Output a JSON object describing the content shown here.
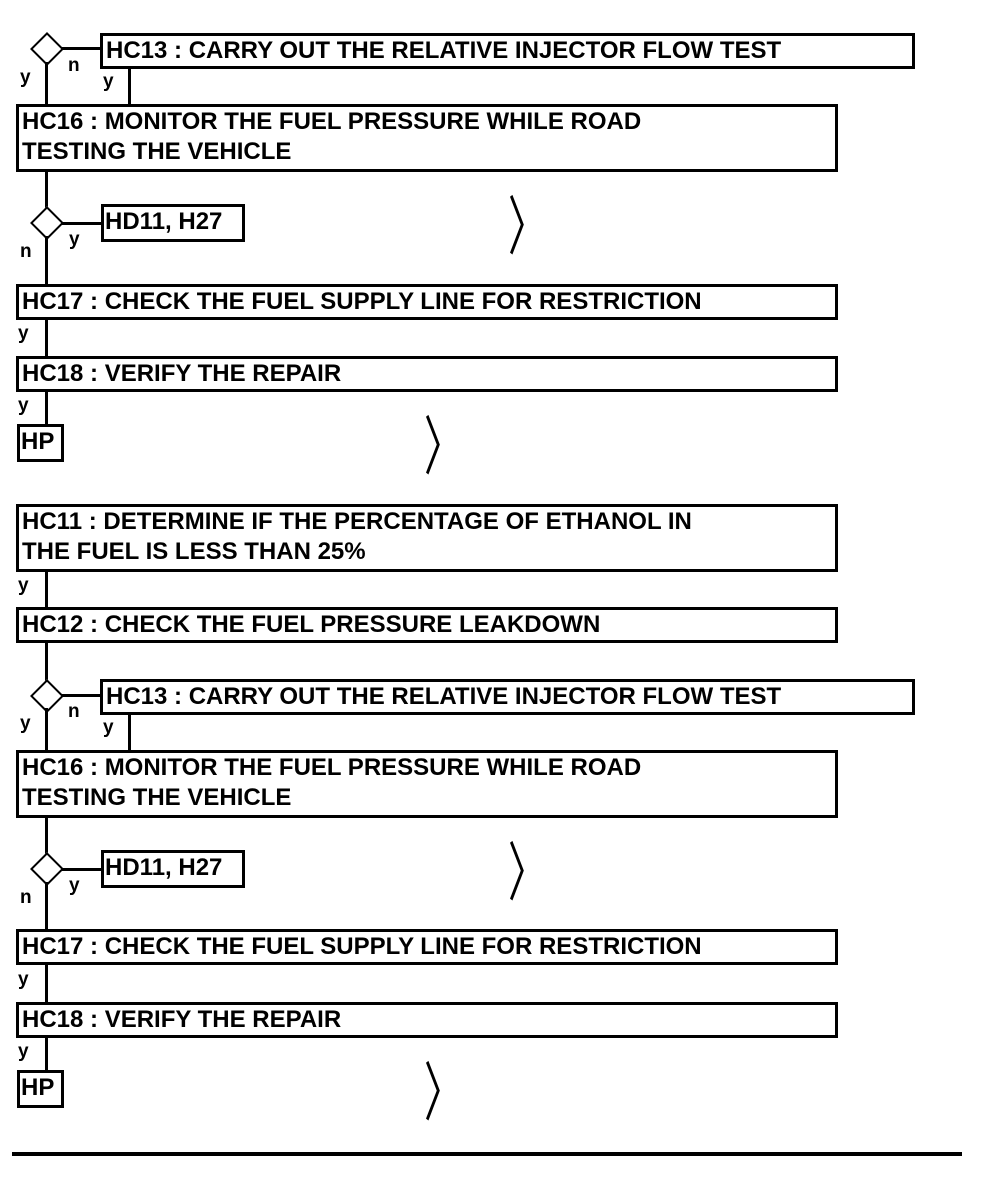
{
  "top": {
    "hc13": "HC13 : CARRY OUT THE RELATIVE INJECTOR FLOW TEST",
    "hc16": "HC16 : MONITOR THE FUEL PRESSURE WHILE ROAD\nTESTING THE VEHICLE",
    "hd11": "HD11, H27",
    "hc17": "HC17 : CHECK THE FUEL SUPPLY LINE FOR RESTRICTION",
    "hc18": "HC18 : VERIFY THE REPAIR",
    "hp": "HP",
    "lbl_y1": "y",
    "lbl_n1": "n",
    "lbl_y2": "y",
    "lbl_n2": "n",
    "lbl_y3": "y",
    "lbl_y4": "y",
    "lbl_y5": "y",
    "chevron": "〉"
  },
  "bottom": {
    "hc11": "HC11 : DETERMINE IF THE PERCENTAGE OF ETHANOL IN\nTHE FUEL IS LESS THAN 25%",
    "hc12": "HC12 : CHECK THE FUEL PRESSURE LEAKDOWN",
    "hc13": "HC13 : CARRY OUT THE RELATIVE INJECTOR FLOW TEST",
    "hc16": "HC16 : MONITOR THE FUEL PRESSURE WHILE ROAD\nTESTING THE VEHICLE",
    "hd11": "HD11, H27",
    "hc17": "HC17 : CHECK THE FUEL SUPPLY LINE FOR RESTRICTION",
    "hc18": "HC18 : VERIFY THE REPAIR",
    "hp": "HP",
    "lbl_y0": "y",
    "lbl_y1": "y",
    "lbl_n1": "n",
    "lbl_y2": "y",
    "lbl_n2": "n",
    "lbl_y3": "y",
    "lbl_y4": "y",
    "lbl_y5": "y",
    "chevron": "〉"
  }
}
